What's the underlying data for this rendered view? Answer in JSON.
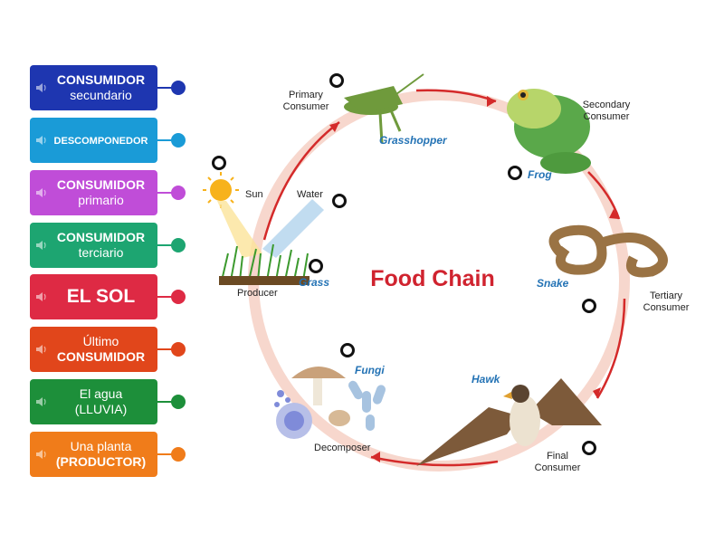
{
  "labels": [
    {
      "id": "consumidor-secundario",
      "line1": "CONSUMIDOR",
      "line2": "secundario",
      "color": "#1e36b0"
    },
    {
      "id": "descomponedor",
      "line1": "DESCOMPONEDOR",
      "color": "#1a9bd7"
    },
    {
      "id": "consumidor-primario",
      "line1": "CONSUMIDOR",
      "line2": "primario",
      "color": "#c04dd8"
    },
    {
      "id": "consumidor-terciario",
      "line1": "CONSUMIDOR",
      "line2": "terciario",
      "color": "#1da571"
    },
    {
      "id": "el-sol",
      "line1": "EL SOL",
      "color": "#de2a44"
    },
    {
      "id": "ultimo-consumidor",
      "line1": "Último",
      "line2": "CONSUMIDOR",
      "color": "#e1461b"
    },
    {
      "id": "el-agua",
      "line1": "El agua",
      "line2": "(LLUVIA)",
      "color": "#1d8f3a"
    },
    {
      "id": "una-planta",
      "line1": "Una planta",
      "line2": "(PRODUCTOR)",
      "color": "#f07c1a"
    }
  ],
  "diagram": {
    "title": "Food Chain",
    "sun": "Sun",
    "water": "Water",
    "grass": "Grass",
    "producer": "Producer",
    "primary_consumer": "Primary\nConsumer",
    "grasshopper": "Grasshopper",
    "secondary_consumer": "Secondary\nConsumer",
    "frog": "Frog",
    "snake": "Snake",
    "tertiary_consumer": "Tertiary\nConsumer",
    "hawk": "Hawk",
    "final_consumer": "Final\nConsumer",
    "fungi": "Fungi",
    "decomposer": "Decomposer"
  },
  "colors": {
    "title": "#d0232f",
    "species": "#2473b5",
    "arrow": "#d42a2a",
    "ring": "#f6d3c8"
  }
}
